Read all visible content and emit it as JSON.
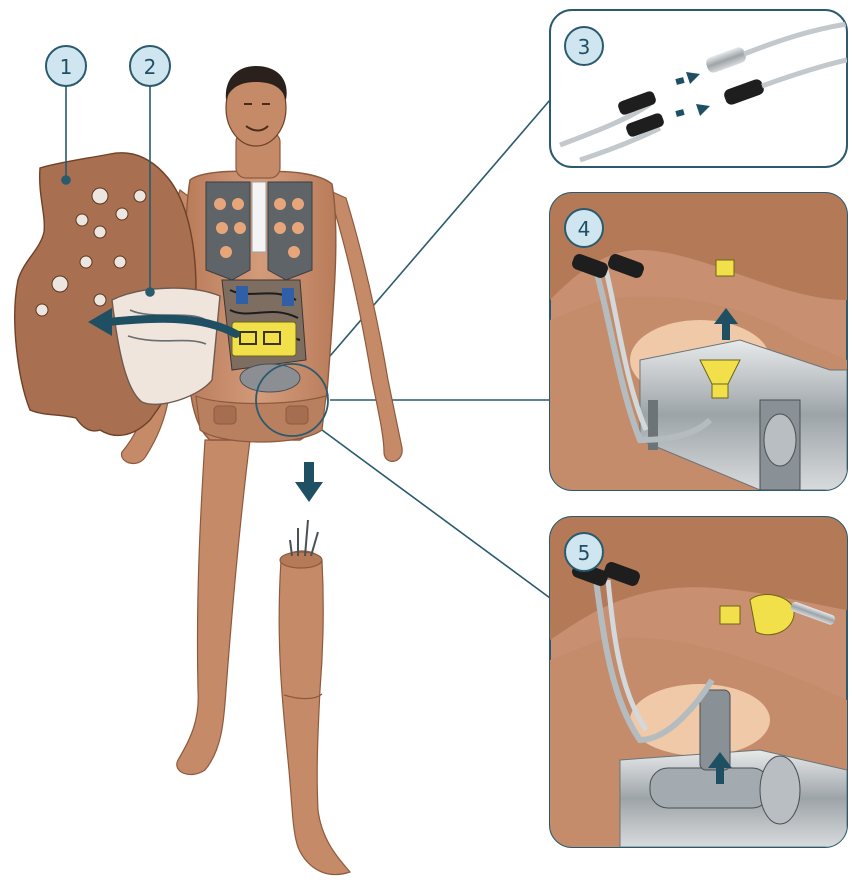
{
  "callouts": {
    "c1": "1",
    "c2": "2",
    "c3": "3",
    "c4": "4",
    "c5": "5"
  },
  "colors": {
    "skin": "#c89070",
    "skin_dark": "#a8724f",
    "panel_outline": "#2a5a6e",
    "callout_fill": "#cfe6f0",
    "arrow": "#1e4f63",
    "connector_yellow": "#f2e04a",
    "cable_grey": "#b9c0c4"
  },
  "icons": [
    "arrow-left-icon",
    "arrow-down-icon",
    "arrow-up-icon",
    "arrow-right-icon"
  ]
}
